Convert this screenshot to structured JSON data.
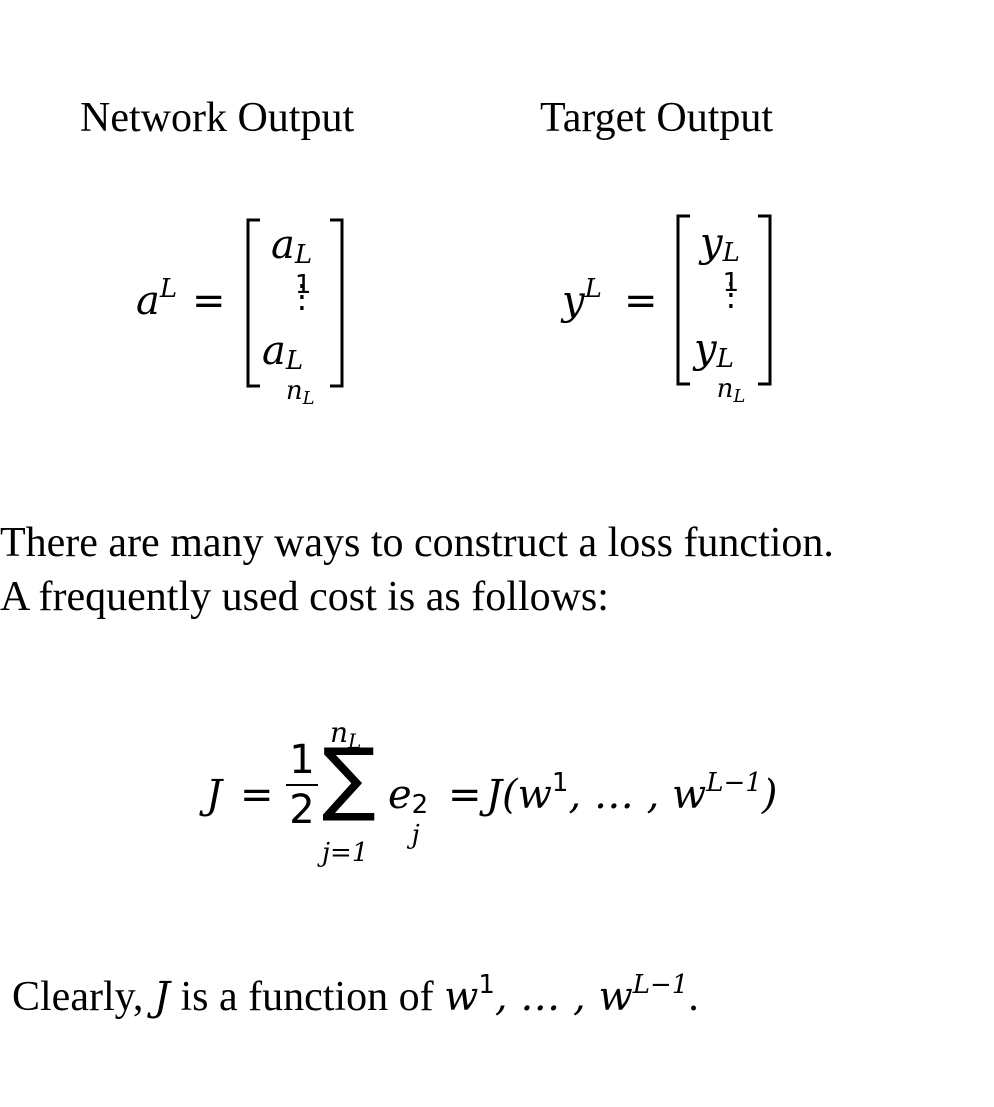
{
  "headings": {
    "network_output": "Network Output",
    "target_output": "Target Output"
  },
  "network_vector": {
    "lhs_base": "a",
    "lhs_sup": "L",
    "equals": "=",
    "top_base": "a",
    "top_sub": "1",
    "top_sup": "L",
    "vdots": "⋮",
    "bottom_base": "a",
    "bottom_sub": "n",
    "bottom_sub_sub": "L",
    "bottom_sup": "L"
  },
  "target_vector": {
    "lhs_base": "y",
    "lhs_sup": "L",
    "equals": "=",
    "top_base": "y",
    "top_sub": "1",
    "top_sup": "L",
    "vdots": "⋮",
    "bottom_base": "y",
    "bottom_sub": "n",
    "bottom_sub_sub": "L",
    "bottom_sup": "L"
  },
  "paragraph": {
    "line1": "There are many ways to construct a loss function.",
    "line2": "A frequently used cost is as follows:"
  },
  "cost_formula": {
    "lhs": "J",
    "equals": "=",
    "frac_num": "1",
    "frac_den": "2",
    "sum_symbol": "∑",
    "sum_upper": "n",
    "sum_upper_sub": "L",
    "sum_lower": "j=1",
    "term_base": "e",
    "term_sup": "2",
    "term_sub": "j",
    "equals2": "=",
    "rhs_func": "J(",
    "rhs_w": "w",
    "rhs_sup1": "1",
    "rhs_mid": ", … , ",
    "rhs_w2": "w",
    "rhs_sup2": "L−1",
    "rhs_close": ")"
  },
  "conclusion": {
    "prefix": "Clearly, ",
    "var": "J",
    "middle": " is a function of ",
    "w1": "w",
    "w1_sup": "1",
    "dots": ", … , ",
    "w2": "w",
    "w2_sup": "L−1",
    "end": "."
  }
}
